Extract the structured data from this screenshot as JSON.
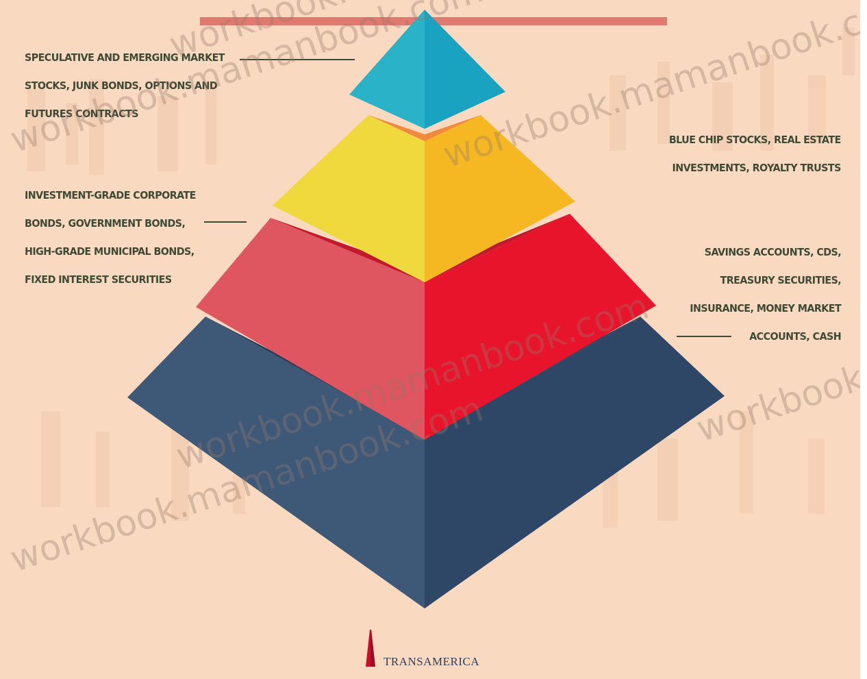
{
  "tiers": {
    "top": {
      "lines": [
        "SPECULATIVE AND EMERGING MARKET",
        "STOCKS, JUNK BONDS, OPTIONS AND",
        "FUTURES CONTRACTS"
      ],
      "colors": {
        "left": "#2ab3c8",
        "right": "#1aa3c0"
      }
    },
    "second": {
      "lines": [
        "BLUE CHIP STOCKS, REAL ESTATE",
        "INVESTMENTS, ROYALTY TRUSTS"
      ],
      "colors": {
        "left": "#efd93d",
        "right": "#f5b822",
        "rim": "#f08a3e"
      }
    },
    "third": {
      "lines": [
        "INVESTMENT-GRADE CORPORATE",
        "BONDS, GOVERNMENT BONDS,",
        "HIGH-GRADE MUNICIPAL BONDS,",
        "FIXED INTEREST SECURITIES"
      ],
      "colors": {
        "left": "#df5560",
        "right": "#e8142c",
        "rim": "#c11a2c"
      }
    },
    "base": {
      "lines": [
        "SAVINGS ACCOUNTS, CDS,",
        "TREASURY SECURITIES,",
        "INSURANCE, MONEY MARKET",
        "ACCOUNTS, CASH"
      ],
      "colors": {
        "left": "#3e5878",
        "right": "#2f4766",
        "rim": "#283d59"
      }
    }
  },
  "colors": {
    "background": "#f9d9c0",
    "title_bar": "#e0796f",
    "label_text": "#3f4a36"
  },
  "logo": {
    "text": "TRANSAMERICA",
    "icon": "transamerica-pyramid-icon"
  },
  "watermark": "workbook.mamanbook.com"
}
